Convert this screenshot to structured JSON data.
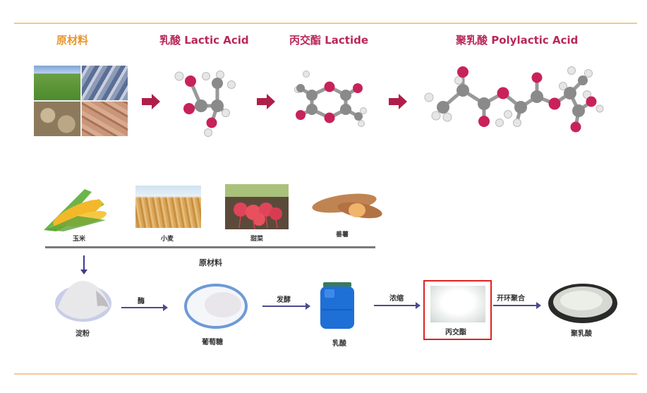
{
  "header": {
    "raw_materials": "原材料",
    "lactic_acid": "乳酸 Lactic Acid",
    "lactide": "丙交酯 Lactide",
    "polylactic_acid": "聚乳酸 Polylactic Acid"
  },
  "colors": {
    "raw_header": "#e8962e",
    "chem_header": "#b8285a",
    "arrow_red": "#b01e4a",
    "oxygen_atom": "#c8225a",
    "carbon_atom": "#8a8a8a",
    "hydrogen_atom": "#e8e8e8",
    "rule": "#f3c98f",
    "flow_arrow": "#4a4a8e",
    "highlight_border": "#e02020"
  },
  "raw_materials": {
    "title": "原材料",
    "items": [
      {
        "label": "玉米",
        "icon": "corn"
      },
      {
        "label": "小麦",
        "icon": "wheat"
      },
      {
        "label": "甜菜",
        "icon": "beet"
      },
      {
        "label": "番薯",
        "icon": "sweet-potato"
      }
    ]
  },
  "process": {
    "steps": [
      {
        "label": "淀粉"
      },
      {
        "label": "葡萄糖"
      },
      {
        "label": "乳酸"
      },
      {
        "label": "丙交酯",
        "highlighted": true
      },
      {
        "label": "聚乳酸"
      }
    ],
    "transitions": [
      {
        "label": "酶"
      },
      {
        "label": "发酵"
      },
      {
        "label": "浓缩"
      },
      {
        "label": "开环聚合"
      }
    ]
  }
}
